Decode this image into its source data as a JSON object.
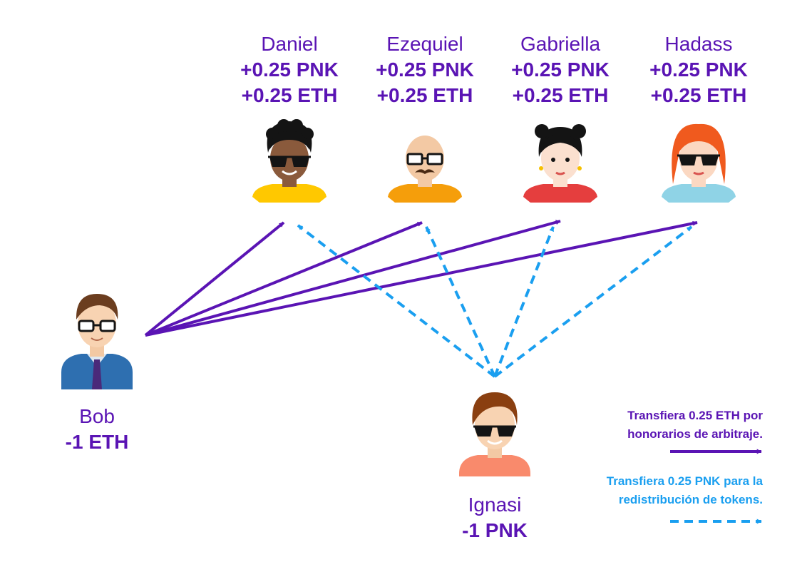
{
  "colors": {
    "eth_purple": "#5a14b4",
    "pnk_blue": "#1a9ff0",
    "background": "#ffffff"
  },
  "jurors": [
    {
      "name": "Daniel",
      "pnk": "+0.25 PNK",
      "eth": "+0.25 ETH",
      "shirt": "#ffc800",
      "skin": "#8a5a3c",
      "hair": "#141414",
      "icon": "avatar-curly-hair-sunglasses-icon"
    },
    {
      "name": "Ezequiel",
      "pnk": "+0.25 PNK",
      "eth": "+0.25 ETH",
      "shirt": "#f59e0b",
      "skin": "#f3c9a4",
      "hair": "#f3c9a4",
      "icon": "avatar-bald-mustache-glasses-icon"
    },
    {
      "name": "Gabriella",
      "pnk": "+0.25 PNK",
      "eth": "+0.25 ETH",
      "shirt": "#e53e3e",
      "skin": "#fbe0cf",
      "hair": "#141414",
      "icon": "avatar-buns-earrings-icon"
    },
    {
      "name": "Hadass",
      "pnk": "+0.25 PNK",
      "eth": "+0.25 ETH",
      "shirt": "#8fd3e6",
      "skin": "#fbd8c2",
      "hair": "#f05a1e",
      "icon": "avatar-red-hair-sunglasses-icon"
    }
  ],
  "bob": {
    "name": "Bob",
    "amount": "-1 ETH",
    "icon": "avatar-glasses-suit-icon"
  },
  "ignasi": {
    "name": "Ignasi",
    "amount": "-1 PNK",
    "icon": "avatar-brown-hair-sunglasses-icon"
  },
  "legend": {
    "eth_line1": "Transfiera 0.25 ETH por",
    "eth_line2": "honorarios de arbitraje.",
    "pnk_line1": "Transfiera 0.25 PNK para la",
    "pnk_line2": "redistribución de tokens."
  }
}
